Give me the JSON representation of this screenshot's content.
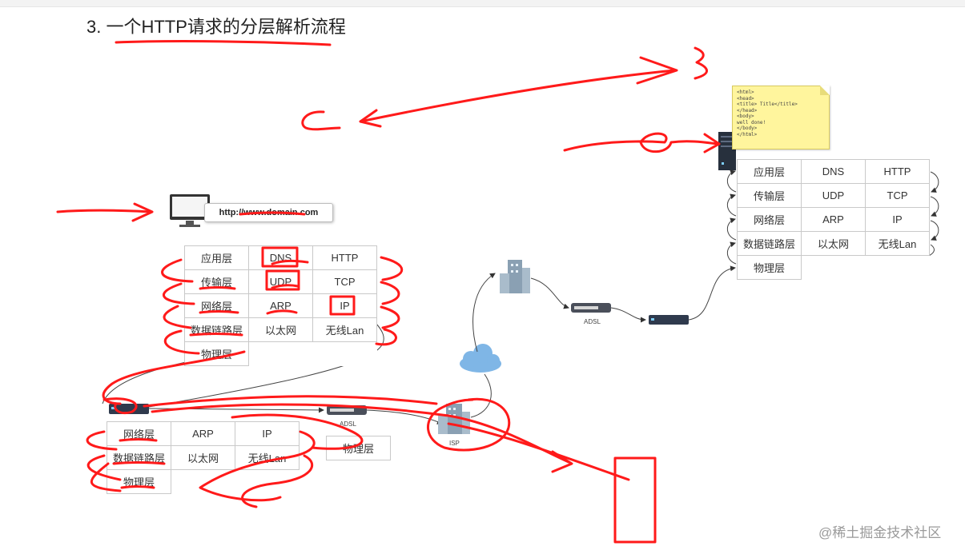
{
  "title": "3. 一个HTTP请求的分层解析流程",
  "url": "http://www.domain.com",
  "watermark": "@稀土掘金技术社区",
  "client_stack": [
    [
      "应用层",
      "DNS",
      "HTTP"
    ],
    [
      "传输层",
      "UDP",
      "TCP"
    ],
    [
      "网络层",
      "ARP",
      "IP"
    ],
    [
      "数据链路层",
      "以太网",
      "无线Lan"
    ],
    [
      "物理层",
      "",
      ""
    ]
  ],
  "router_stack": [
    [
      "网络层",
      "ARP",
      "IP"
    ],
    [
      "数据链路层",
      "以太网",
      "无线Lan"
    ],
    [
      "物理层",
      "",
      ""
    ]
  ],
  "adsl_physical": "物理层",
  "server_stack": [
    [
      "应用层",
      "DNS",
      "HTTP"
    ],
    [
      "传输层",
      "UDP",
      "TCP"
    ],
    [
      "网络层",
      "ARP",
      "IP"
    ],
    [
      "数据链路层",
      "以太网",
      "无线Lan"
    ],
    [
      "物理层",
      "",
      ""
    ]
  ],
  "labels": {
    "adsl_left": "ADSL",
    "adsl_right": "ADSL",
    "isp": "ISP"
  },
  "html_note": [
    "<html>",
    "<head>",
    "<title> Title</title>",
    "</head>",
    "<body>",
    "well done!",
    "</body>",
    "</html>"
  ],
  "colors": {
    "annotation": "#ff1a1a",
    "note_bg": "#fff59d",
    "cloud": "#7fb6e6",
    "border": "#c9c9c9"
  }
}
